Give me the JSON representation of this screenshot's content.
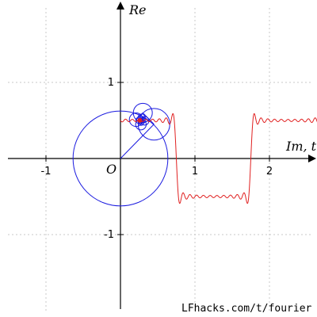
{
  "chart_data": {
    "type": "line",
    "title": "",
    "xlabel": "Im, t",
    "ylabel": "Re",
    "origin_label": "O",
    "xlim": [
      -1.55,
      2.65
    ],
    "ylim": [
      -2.0,
      2.1
    ],
    "x_ticks": [
      {
        "value": -1,
        "label": "-1"
      },
      {
        "value": 1,
        "label": "1"
      },
      {
        "value": 2,
        "label": "2"
      }
    ],
    "y_ticks": [
      {
        "value": 1,
        "label": "1"
      },
      {
        "value": -1,
        "label": "-1"
      }
    ],
    "grid": true,
    "series": [
      {
        "kind": "fourier-square-wave",
        "color": "#e02020",
        "harmonics": 21,
        "phase": 0.25,
        "amplitude": 0.5,
        "offset": 0.0,
        "period": 2.0,
        "x_range": [
          0.0,
          2.65
        ]
      }
    ],
    "epicycle_color": "#1a1adf",
    "epicycle_dot_color": "#e02020",
    "epicycle_phase": 0.25,
    "credit": "LFhacks.com/t/fourier"
  }
}
